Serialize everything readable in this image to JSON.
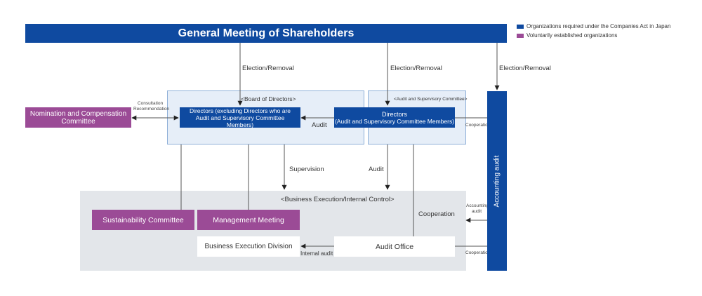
{
  "header": {
    "title": "General Meeting of Shareholders"
  },
  "legend": [
    {
      "label": "Organizations required under the Companies Act in Japan",
      "color": "#0f4aa0"
    },
    {
      "label": "Voluntarily established organizations",
      "color": "#9b4b96"
    }
  ],
  "flows": {
    "election_1": "Election/Removal",
    "election_2": "Election/Removal",
    "election_3": "Election/Removal",
    "consultation": [
      "Consultation",
      "Recommendation"
    ],
    "audit_horizontal": "Audit",
    "cooperation_top": "Cooperation",
    "supervision": "Supervision",
    "audit_vertical": "Audit",
    "cooperation_mid": "Cooperation",
    "accounting_audit": [
      "Accounting",
      "audit"
    ],
    "internal_audit": "Internal audit",
    "cooperation_bottom": "Cooperation"
  },
  "board": {
    "group_label": "<Board of Directors>",
    "directors": "Directors (excluding Directors who are Audit and Supervisory Committee Members)"
  },
  "committee": {
    "group_label": "<Audit and Supervisory Committee>",
    "directors_line1": "Directors",
    "directors_line2": "(Audit and Supervisory Committee Members)"
  },
  "nomination": {
    "label": "Nomination and Compensation Committee"
  },
  "accounting_auditor": {
    "label": "Accounting audit"
  },
  "execution": {
    "group_label": "<Business Execution/Internal Control>",
    "sustainability": "Sustainability Committee",
    "management": "Management Meeting",
    "division": "Business Execution Division",
    "audit_office": "Audit Office"
  }
}
